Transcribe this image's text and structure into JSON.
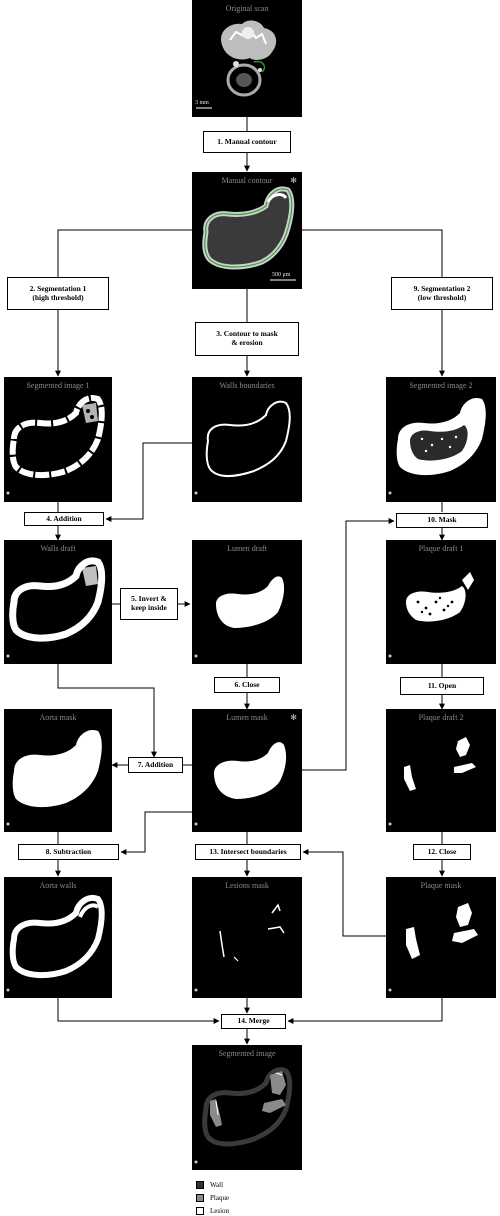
{
  "panels": {
    "original": {
      "title": "Original scan",
      "scale": "3 mm"
    },
    "manual": {
      "title": "Manual contour",
      "scale": "500 μm",
      "star": "✻"
    },
    "seg1": {
      "title": "Segmented image 1"
    },
    "walls_boundaries": {
      "title": "Walls boundaries"
    },
    "seg2": {
      "title": "Segmented image 2"
    },
    "walls_draft": {
      "title": "Walls draft"
    },
    "lumen_draft": {
      "title": "Lumen draft"
    },
    "plaque1": {
      "title": "Plaque draft 1"
    },
    "aorta_mask": {
      "title": "Aorta mask"
    },
    "lumen_mask": {
      "title": "Lumen mask",
      "star": "✻"
    },
    "plaque2": {
      "title": "Plaque draft 2"
    },
    "aorta_walls": {
      "title": "Aorta walls"
    },
    "lesions_mask": {
      "title": "Lesions mask"
    },
    "plaque_mask": {
      "title": "Plaque mask"
    },
    "segmented": {
      "title": "Segmented image"
    }
  },
  "steps": {
    "s1": "1. Manual contour",
    "s2": "2. Segmentation 1\n(high threshold)",
    "s3": "3. Contour to mask\n& erosion",
    "s9": "9. Segmentation 2\n(low threshold)",
    "s4": "4. Addition",
    "s10": "10. Mask",
    "s5": "5. Invert &\nkeep inside",
    "s6": "6. Close",
    "s11": "11. Open",
    "s7": "7. Addition",
    "s8": "8. Subtraction",
    "s13": "13. Intersect boundaries",
    "s12": "12. Close",
    "s14": "14. Merge"
  },
  "legend": [
    {
      "label": "Wall",
      "color": "#333333"
    },
    {
      "label": "Plaque",
      "color": "#8a8a8a"
    },
    {
      "label": "Lesion",
      "color": "#ffffff"
    }
  ]
}
